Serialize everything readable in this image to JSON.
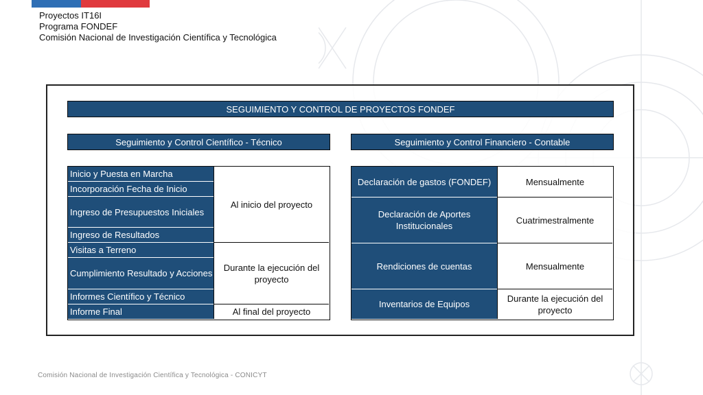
{
  "header": {
    "line1": "Proyectos IT16I",
    "line2": "Programa FONDEF",
    "line3": "Comisión Nacional de Investigación Científica y Tecnológica"
  },
  "main_title": "SEGUIMIENTO Y CONTROL DE PROYECTOS FONDEF",
  "left": {
    "title": "Seguimiento y Control Científico - Técnico",
    "rows": [
      "Inicio y Puesta en Marcha",
      "Incorporación Fecha de Inicio",
      "Ingreso de Presupuestos Iniciales",
      "Ingreso de Resultados",
      "Visitas a Terreno",
      "Cumplimiento Resultado y Acciones",
      "Informes Científico y Técnico",
      "Informe Final"
    ],
    "timing": [
      "Al inicio del proyecto",
      "Durante la ejecución del proyecto",
      "Al final del proyecto"
    ]
  },
  "right": {
    "title": "Seguimiento y Control Financiero - Contable",
    "rows": [
      {
        "item": "Declaración de gastos (FONDEF)",
        "frequency": "Mensualmente"
      },
      {
        "item": "Declaración de Aportes Institucionales",
        "frequency": "Cuatrimestralmente"
      },
      {
        "item": "Rendiciones de cuentas",
        "frequency": "Mensualmente"
      },
      {
        "item": "Inventarios de Equipos",
        "frequency": "Durante la ejecución del proyecto"
      }
    ]
  },
  "footer": "Comisión Nacional de Investigación Científica y Tecnológica - CONICYT",
  "colors": {
    "header_blue": "#1f4e79",
    "flag_blue": "#2f6fb5",
    "flag_red": "#e03a3e"
  }
}
